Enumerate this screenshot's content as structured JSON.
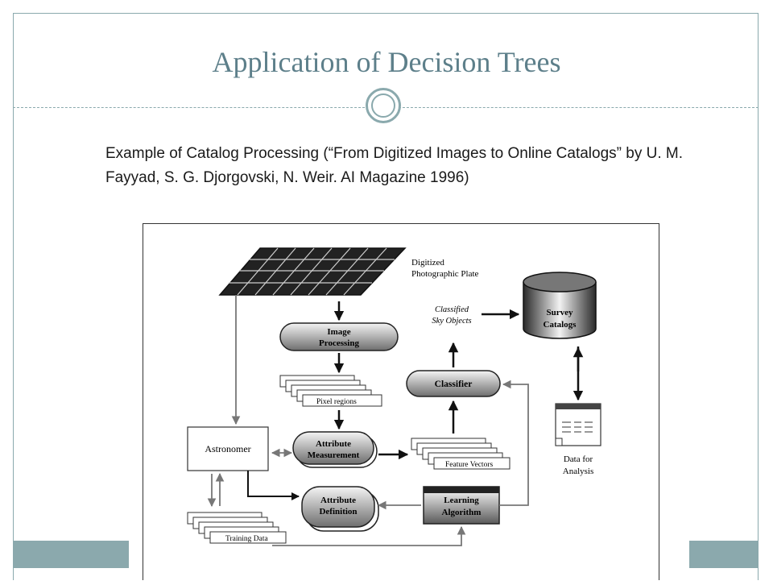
{
  "slide": {
    "title": "Application of Decision Trees",
    "text": "Example of Catalog Processing (“From Digitized Images to Online Catalogs” by U. M. Fayyad, S. G. Djorgovski, N. Weir. AI Magazine 1996)"
  },
  "colors": {
    "accent": "#8ba9ad",
    "title": "#5d7f8a"
  },
  "diagram": {
    "plate_label_1": "Digitized",
    "plate_label_2": "Photographic Plate",
    "image_processing_1": "Image",
    "image_processing_2": "Processing",
    "pixel_regions": "Pixel regions",
    "classified_1": "Classified",
    "classified_2": "Sky Objects",
    "survey_1": "Survey",
    "survey_2": "Catalogs",
    "classifier": "Classifier",
    "astronomer": "Astronomer",
    "attr_meas_1": "Attribute",
    "attr_meas_2": "Measurement",
    "feature_vectors": "Feature Vectors",
    "data_analysis_1": "Data for",
    "data_analysis_2": "Analysis",
    "attr_def_1": "Attribute",
    "attr_def_2": "Definition",
    "learning_1": "Learning",
    "learning_2": "Algorithm",
    "training_data": "Training Data"
  }
}
